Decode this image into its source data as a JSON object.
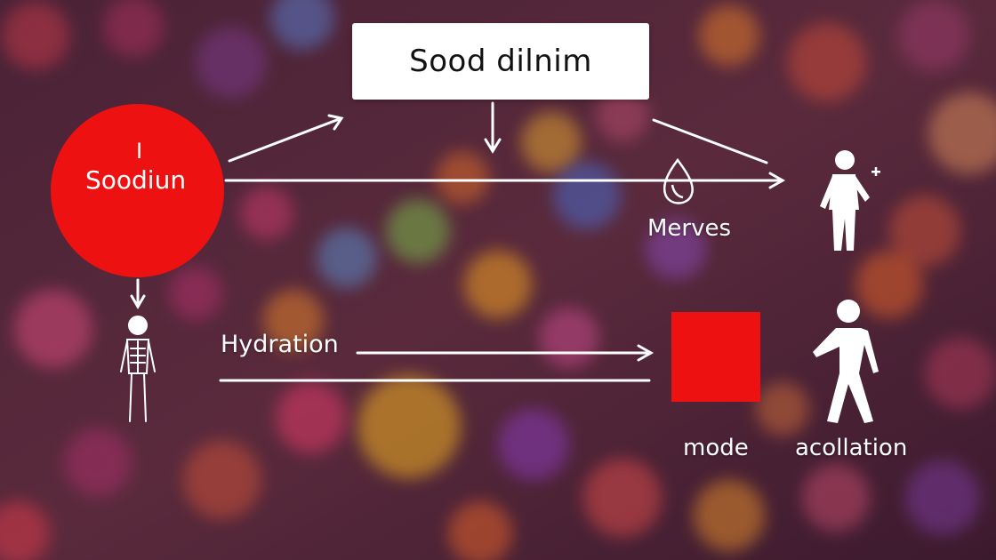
{
  "diagram": {
    "title": "Sood dilnim",
    "sodium_mark": "I",
    "sodium_label": "Soodiun",
    "labels": {
      "hydration": "Hydration",
      "merves": "Merves",
      "mode": "mode",
      "acollation": "acollation"
    },
    "colors": {
      "accent_red": "#ee1111",
      "line": "#ffffff",
      "box": "#ffffff"
    },
    "icons": [
      "sodium-squiggle-icon",
      "body-figure-icon",
      "droplet-icon",
      "person-plus-icon",
      "cell-symbol-icon",
      "walking-person-icon"
    ]
  }
}
